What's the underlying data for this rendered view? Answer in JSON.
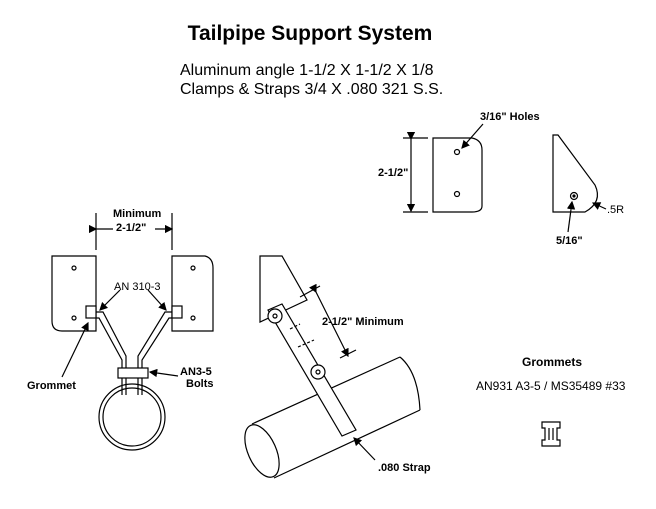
{
  "title": "Tailpipe Support System",
  "subtitle_line1": "Aluminum angle 1-1/2 X 1-1/2 X 1/8",
  "subtitle_line2": "Clamps & Straps 3/4 X .080 321 S.S.",
  "labels": {
    "holes": "3/16\" Holes",
    "height": "2-1/2\"",
    "radius": ".5R",
    "hole_size": "5/16\"",
    "minimum": "Minimum",
    "min_dim": "2-1/2\"",
    "an310": "AN 310-3",
    "grommet": "Grommet",
    "an3_5": "AN3-5",
    "bolts": "Bolts",
    "strap_min": "2-1/2\" Minimum",
    "strap": ".080 Strap",
    "grommets_title": "Grommets",
    "grommets_spec": "AN931 A3-5 / MS35489 #33"
  }
}
